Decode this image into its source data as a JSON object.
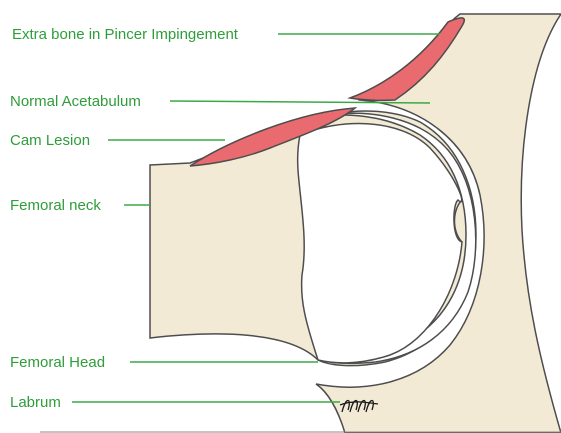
{
  "diagram": {
    "labels": {
      "extra_bone": "Extra bone in Pincer Impingement",
      "normal_acetabulum": "Normal Acetabulum",
      "cam_lesion": "Cam Lesion",
      "femoral_neck": "Femoral neck",
      "femoral_head": "Femoral Head",
      "labrum": "Labrum"
    },
    "colors": {
      "label_text": "#2e9d3a",
      "leader_line": "#3aa845",
      "bone_fill": "#f3ead6",
      "lesion_fill": "#e96a6f",
      "outline": "#4d4d4d",
      "background": "#ffffff"
    }
  }
}
